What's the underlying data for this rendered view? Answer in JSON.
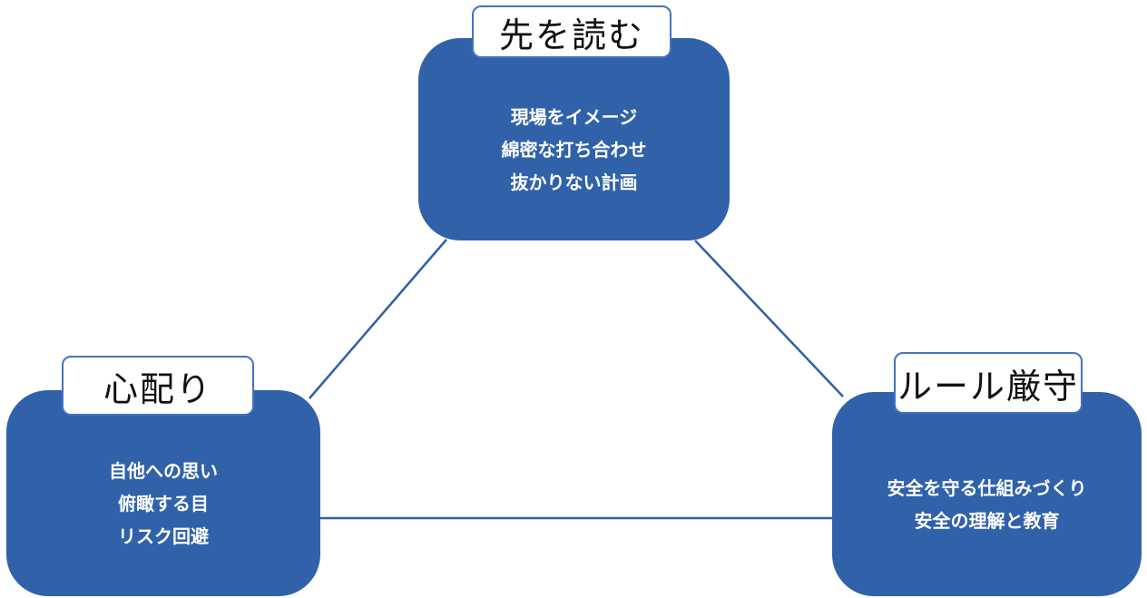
{
  "diagram": {
    "title": "",
    "colors": {
      "node_fill": "#3162A9",
      "label_border": "#4472C4",
      "connector": "#2F5FA7",
      "label_text": "#111111",
      "content_text": "#ffffff",
      "background": "#ffffff"
    },
    "nodes": [
      {
        "id": "anticipate",
        "label": "先を読む",
        "lines": [
          "現場をイメージ",
          "綿密な打ち合わせ",
          "抜かりない計画"
        ]
      },
      {
        "id": "consideration",
        "label": "心配り",
        "lines": [
          "自他への思い",
          "俯瞰する目",
          "リスク回避"
        ]
      },
      {
        "id": "rule-compliance",
        "label": "ルール厳守",
        "lines": [
          "安全を守る仕組みづくり",
          "安全の理解と教育"
        ]
      }
    ],
    "connectors": [
      {
        "from": "anticipate",
        "to": "consideration"
      },
      {
        "from": "anticipate",
        "to": "rule-compliance"
      },
      {
        "from": "consideration",
        "to": "rule-compliance"
      }
    ]
  }
}
